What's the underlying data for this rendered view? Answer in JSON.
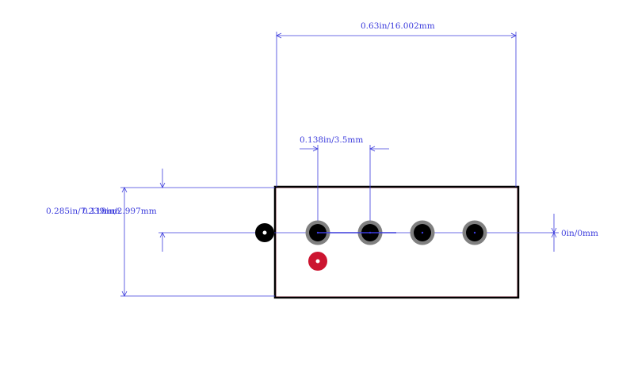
{
  "dimensions": {
    "width_label": "0.63in/16.002mm",
    "pitch_label": "0.138in/3.5mm",
    "height_label": "0.285in/7.239mm",
    "pin_offset_label": "0.118in/2.997mm",
    "row_offset_label": "0in/0mm"
  },
  "component": {
    "pin_count": 4
  },
  "colors": {
    "dimension_line": "#3b3bdc",
    "body_outline": "#000000",
    "body_inner_outline": "#d04060",
    "pad_ring": "#808080",
    "pad_hole": "#000000",
    "pin1_marker": "#cc1530",
    "reference_marker": "#000000"
  }
}
